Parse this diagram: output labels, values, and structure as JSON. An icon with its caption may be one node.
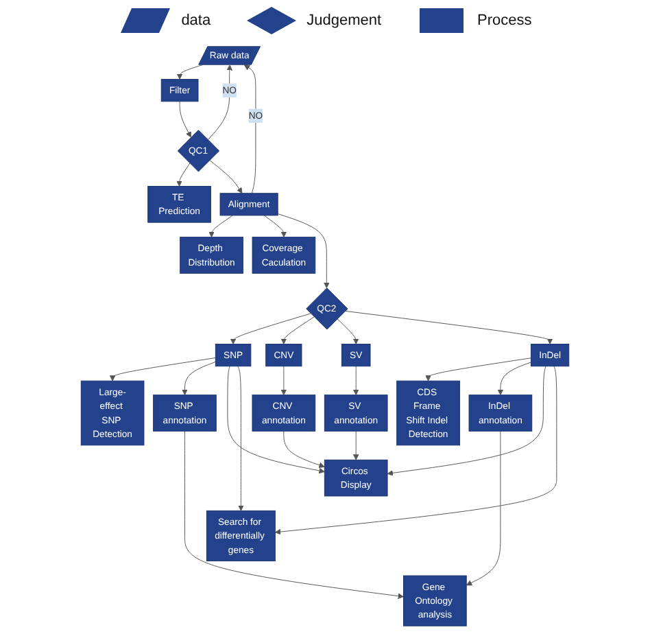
{
  "diagram": {
    "nodes": [
      {
        "text": [
          "Raw data"
        ]
      },
      {
        "text": [
          "Filter"
        ]
      },
      {
        "text": [
          "QC1"
        ]
      },
      {
        "text": [
          "TE Prediction"
        ]
      },
      {
        "text": [
          "Depth Distribution"
        ]
      },
      {
        "text": [
          "Alignment"
        ]
      },
      {
        "text": [
          "Coverage Caculation"
        ]
      },
      {
        "text": [
          "QC2"
        ]
      },
      {
        "text": [
          "Large-effect SNP Detection"
        ]
      },
      {
        "text": [
          "SNP annotation"
        ]
      },
      {
        "text": [
          "SNP"
        ]
      },
      {
        "text": [
          "CNV"
        ]
      },
      {
        "text": [
          "SV"
        ]
      },
      {
        "text": [
          "InDel"
        ]
      },
      {
        "text": [
          "CDS Frame Shift Indel Detection"
        ]
      },
      {
        "text": [
          "InDel annotation"
        ]
      },
      {
        "text": [
          "CNV annotation"
        ]
      },
      {
        "text": [
          "SV annotation"
        ]
      },
      {
        "text": [
          "Circos Display"
        ]
      },
      {
        "text": [
          "Search for differentially genes"
        ]
      },
      {
        "text": [
          "Gene Ontology analysis"
        ]
      }
    ],
    "edges": [
      {
        "from": 0,
        "to": 1,
        "arrow": "to"
      },
      {
        "from": 1,
        "to": 2,
        "arrow": "to"
      },
      {
        "from": 2,
        "to": 3,
        "arrow": "to"
      },
      {
        "from": 2,
        "to": 0,
        "arrow": "to",
        "label": "NO"
      },
      {
        "from": 2,
        "to": 5,
        "arrow": "to"
      },
      {
        "from": 5,
        "to": 4,
        "arrow": "to"
      },
      {
        "from": 5,
        "to": 6,
        "arrow": "to"
      },
      {
        "from": 5,
        "to": 0,
        "arrow": "to",
        "label": "NO"
      },
      {
        "from": 5,
        "to": 7,
        "arrow": "to"
      },
      {
        "from": 7,
        "to": 10,
        "arrow": "to"
      },
      {
        "from": 7,
        "to": 11,
        "arrow": "to"
      },
      {
        "from": 7,
        "to": 12,
        "arrow": "to"
      },
      {
        "from": 7,
        "to": 13,
        "arrow": "to"
      },
      {
        "from": 10,
        "to": 8,
        "arrow": "to"
      },
      {
        "from": 10,
        "to": 9,
        "arrow": "to"
      },
      {
        "from": 13,
        "to": 14,
        "arrow": "to"
      },
      {
        "from": 13,
        "to": 15,
        "arrow": "to"
      },
      {
        "from": 11,
        "to": 16,
        "arrow": "to"
      },
      {
        "from": 12,
        "to": 17,
        "arrow": "to"
      },
      {
        "from": 16,
        "to": 18,
        "arrow": "to"
      },
      {
        "from": 17,
        "to": 18,
        "arrow": "to"
      },
      {
        "from": 10,
        "to": 18,
        "arrow": "to"
      },
      {
        "from": 10,
        "to": 19,
        "arrow": "to"
      },
      {
        "from": 13,
        "to": 18,
        "arrow": "to"
      },
      {
        "from": 13,
        "to": 19,
        "arrow": "to"
      },
      {
        "from": 9,
        "to": 20,
        "arrow": "to"
      },
      {
        "from": 15,
        "to": 20,
        "arrow": "to"
      }
    ],
    "legend": [
      {
        "text": "data"
      },
      {
        "text": "Judgement"
      },
      {
        "text": "Process"
      }
    ]
  }
}
